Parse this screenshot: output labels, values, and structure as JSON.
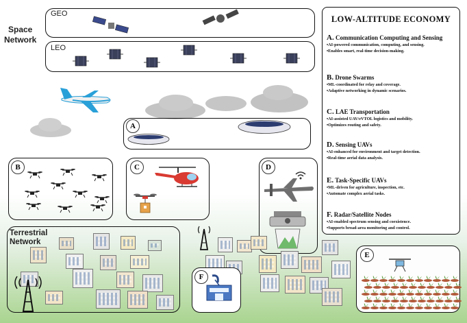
{
  "labels": {
    "space_network": "Space\nNetwork",
    "geo": "GEO",
    "leo": "LEO",
    "terrestrial_network": "Terrestrial\nNetwork"
  },
  "zone_letters": {
    "A": "A",
    "B": "B",
    "C": "C",
    "D": "D",
    "E": "E",
    "F": "F"
  },
  "panel": {
    "title": "LOW-ALTITUDE ECONOMY",
    "sections": [
      {
        "letter": "A.",
        "title": "Communication Computing and Sensing",
        "bullets": [
          "•AI-powered communication, computing, and sensing.",
          "•Enables smart, real-time decision-making."
        ]
      },
      {
        "letter": "B.",
        "title": "Drone Swarms",
        "bullets": [
          "•ML-coordinated for relay and coverage.",
          "•Adaptive networking in dynamic scenarios."
        ]
      },
      {
        "letter": "C.",
        "title": "LAE Transportation",
        "bullets": [
          "•AI-assisted UAV/eVTOL logistics and mobility.",
          "•Optimizes routing and safety."
        ]
      },
      {
        "letter": "D.",
        "title": "Sensing UAVs",
        "bullets": [
          "•AI-enhanced for environment and target detection.",
          "•Real-time aerial data analysis."
        ]
      },
      {
        "letter": "E.",
        "title": "Task-Specific UAVs",
        "bullets": [
          "•ML-driven for agriculture, inspection, etc.",
          "•Automate complex aerial tasks."
        ]
      },
      {
        "letter": "F.",
        "title": "Radar/Satellite Nodes",
        "bullets": [
          "•AI-enabled spectrum sensing and coexistence.",
          "•Supports broad-area monitoring and control."
        ]
      }
    ]
  },
  "colors": {
    "accent_red": "#d93a32",
    "satellite_blue": "#3a4a8c",
    "grass": "#a9d48f",
    "airplane": "#2aa0d8"
  }
}
